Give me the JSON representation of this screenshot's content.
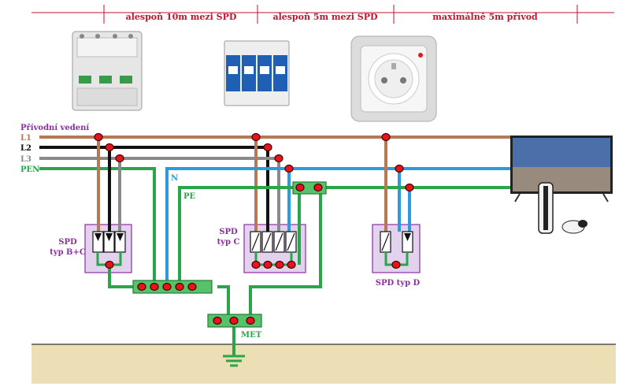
{
  "header": {
    "dist_1": "alespoň 10m mezi SPD",
    "dist_2": "alespoň 5m mezi SPD",
    "dist_3": "maximálně 5m přívod"
  },
  "supply": {
    "title": "Přívodní vedení",
    "l1": "L1",
    "l2": "L2",
    "l3": "L3",
    "pen": "PEN"
  },
  "conductors": {
    "n": "N",
    "pe": "PE"
  },
  "spd": {
    "bc_line1": "SPD",
    "bc_line2": "typ B+C",
    "c_line1": "SPD",
    "c_line2": "typ C",
    "d": "SPD typ D"
  },
  "earth": {
    "met": "MET"
  },
  "colors": {
    "l1": "#b57a55",
    "l2": "#111111",
    "l3": "#8a8a8a",
    "pen": "#2aa54a",
    "n": "#2b9be0",
    "pe": "#2aa54a",
    "dist_text": "#c0152f",
    "spd_box": "#e3d2ee",
    "spd_text": "#8b2fa0",
    "ground": "#ecdfb5"
  }
}
